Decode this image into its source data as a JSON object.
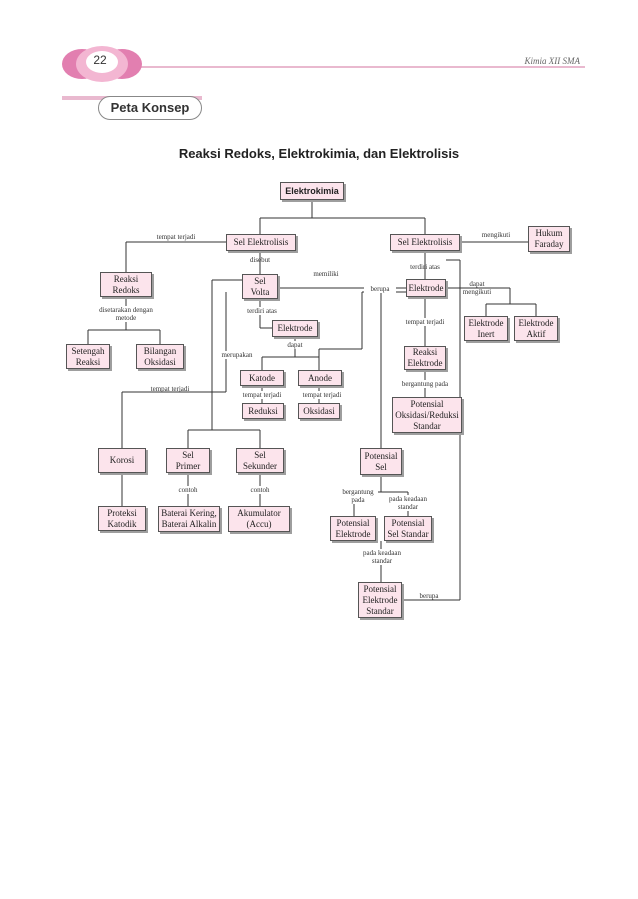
{
  "header": {
    "page_number": "22",
    "book_title": "Kimia XII SMA",
    "section_label": "Peta Konsep"
  },
  "title": "Reaksi Redoks, Elektrokimia, dan Elektrolisis",
  "colors": {
    "box_fill": "#fce4ec",
    "accent_pink": "#e9b9cf",
    "badge_pink": "#e27fb0"
  },
  "boxes": {
    "elektrokimia": "Elektrokimia",
    "sel_elektrolisis_left": "Sel Elektrolisis",
    "sel_elektrolisis_right": "Sel Elektrolisis",
    "hukum_faraday": "Hukum\nFaraday",
    "reaksi_redoks": "Reaksi\nRedoks",
    "sel_volta": "Sel\nVolta",
    "elektrode_right": "Elektrode",
    "elektrode_inert": "Elektrode\nInert",
    "elektrode_aktif": "Elektrode\nAktif",
    "elektrode_mid": "Elektrode",
    "setengah_reaksi": "Setengah\nReaksi",
    "bilangan_oksidasi": "Bilangan\nOksidasi",
    "reaksi_elektrode": "Reaksi\nElektrode",
    "katode": "Katode",
    "anode": "Anode",
    "reduksi": "Reduksi",
    "oksidasi": "Oksidasi",
    "potensial_oksred": "Potensial\nOksidasi/Reduksi\nStandar",
    "korosi": "Korosi",
    "sel_primer": "Sel\nPrimer",
    "sel_sekunder": "Sel\nSekunder",
    "potensial_sel": "Potensial\nSel",
    "proteksi_katodik": "Proteksi\nKatodik",
    "baterai": "Baterai Kering,\nBaterai Alkalin",
    "akumulator": "Akumulator\n(Accu)",
    "potensial_elektrode": "Potensial\nElektrode",
    "potensial_sel_standar": "Potensial\nSel Standar",
    "potensial_elektrode_standar": "Potensial\nElektrode\nStandar"
  },
  "labels": {
    "tempat_terjadi_1": "tempat terjadi",
    "mengikuti": "mengikuti",
    "disebut": "disebut",
    "memiliki": "memiliki",
    "terdiri_atas_1": "terdiri atas",
    "berupa_1": "berupa",
    "dapat_mengikuti": "dapat\nmengikuti",
    "disetarakan": "disetarakan dengan\nmetode",
    "terdiri_atas_2": "terdiri atas",
    "tempat_terjadi_2": "tempat terjadi",
    "dapat": "dapat",
    "merupakan": "merupakan",
    "bergantung_pada_1": "bergantung pada",
    "tempat_terjadi_3": "tempat terjadi",
    "tempat_terjadi_4": "tempat terjadi",
    "tempat_terjadi_5": "tempat terjadi",
    "contoh_1": "contoh",
    "contoh_2": "contoh",
    "bergantung_pada_2": "bergantung\npada",
    "pada_keadaan_1": "pada keadaan\nstandar",
    "pada_keadaan_2": "pada keadaan\nstandar",
    "berupa_2": "berupa"
  }
}
